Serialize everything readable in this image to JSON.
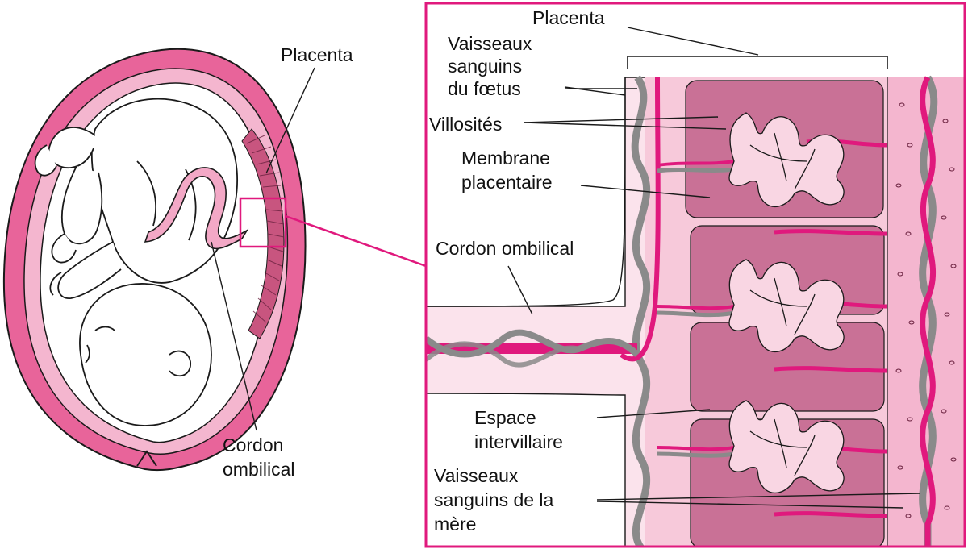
{
  "colors": {
    "uterus_wall": "#e8649a",
    "uterus_wall_light": "#f4b6cf",
    "magenta": "#e0197d",
    "villus_bg": "#c97196",
    "blood_space": "#f7c9da",
    "pale_pink": "#fbe3ec",
    "vessel_gray": "#8a8a8a",
    "line": "#1a1a1a"
  },
  "labels": {
    "placenta_left": "Placenta",
    "cordon_left": [
      "Cordon",
      "ombilical"
    ],
    "placenta_right": "Placenta",
    "vaisseaux_foetus": [
      "Vaisseaux",
      "sanguins",
      "du fœtus"
    ],
    "villosites": "Villosités",
    "membrane": [
      "Membrane",
      "placentaire"
    ],
    "cordon_right": "Cordon ombilical",
    "espace": [
      "Espace",
      "intervillaire"
    ],
    "vaisseaux_mere": [
      "Vaisseaux",
      "sanguins de la",
      "mère"
    ]
  }
}
